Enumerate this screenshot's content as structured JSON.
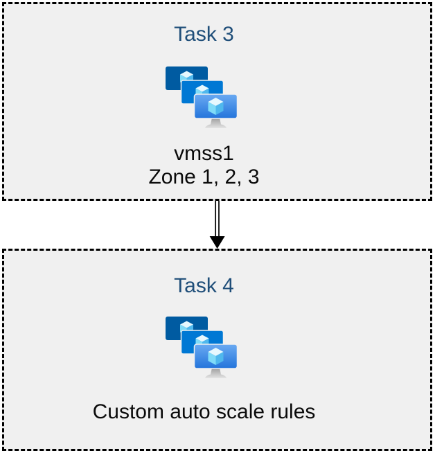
{
  "diagram": {
    "background": "#FFFFFF",
    "boxes": [
      {
        "title": "Task 3",
        "icon": "vm-scale-sets-icon",
        "caption_lines": [
          "vmss1",
          "Zone 1, 2, 3"
        ]
      },
      {
        "title": "Task 4",
        "icon": "vm-scale-sets-icon",
        "caption_lines": [
          "Custom auto scale rules"
        ]
      }
    ],
    "connector": {
      "type": "double-line-arrow",
      "direction": "down",
      "color": "#000000"
    },
    "colors": {
      "box_fill": "#F0F0F0",
      "box_border": "#000000",
      "title_text": "#1F4E79",
      "caption_text": "#0A0A0A",
      "monitor_back": "#005BA1",
      "monitor_middle": "#0078D4",
      "monitor_front_gradient_top": "#6AAAF2",
      "monitor_front_gradient_bottom": "#2374DB",
      "cube_top_face": "#E6F8FE",
      "cube_left_face": "#7FDBF8",
      "cube_right_face": "#4FB8ED",
      "stand_gradient_top": "#9C9C9C",
      "stand_gradient_bottom": "#E3E3E3"
    }
  }
}
